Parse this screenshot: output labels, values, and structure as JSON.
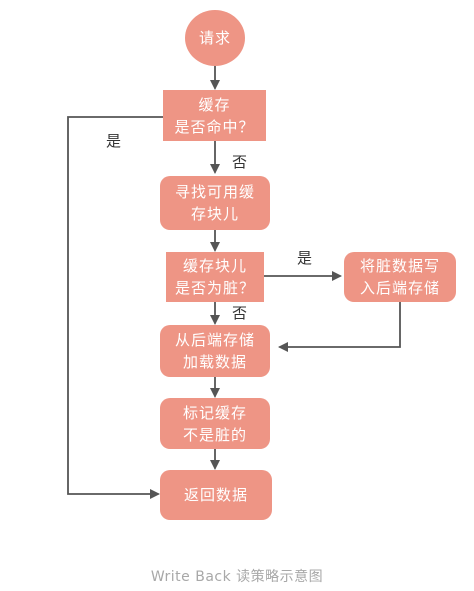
{
  "nodes": {
    "request": "请求",
    "cache_hit": [
      "缓存",
      "是否命中？"
    ],
    "find_block": [
      "寻找可用缓",
      "存块儿"
    ],
    "is_dirty": [
      "缓存块儿",
      "是否为脏？"
    ],
    "write_dirty": [
      "将脏数据写",
      "入后端存储"
    ],
    "load_data": [
      "从后端存储",
      "加载数据"
    ],
    "mark_dirty": [
      "标记缓存",
      "不是脏的"
    ],
    "return_data": "返回数据"
  },
  "edge_labels": {
    "hit_yes": "是",
    "hit_no": "否",
    "dirty_yes": "是",
    "dirty_no": "否"
  },
  "caption": "Write Back 读策略示意图",
  "colors": {
    "node_fill": "#ee9585",
    "node_text": "#ffffff",
    "line": "#555555",
    "caption": "#a8a8a8"
  }
}
